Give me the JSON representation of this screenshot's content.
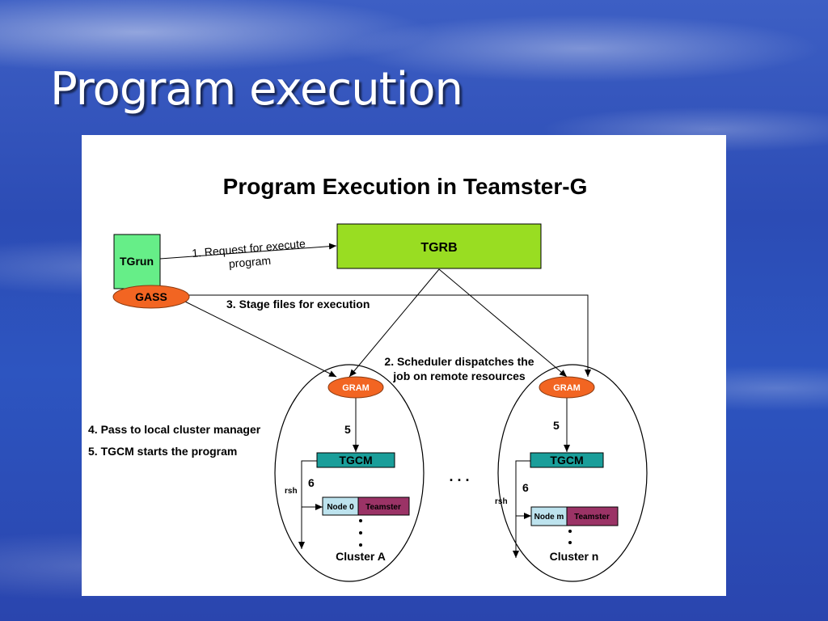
{
  "slide": {
    "title": "Program execution"
  },
  "diagram": {
    "heading": "Program Execution in Teamster-G",
    "nodes": {
      "tgrun": "TGrun",
      "gass": "GASS",
      "tgrb": "TGRB",
      "gram_a": "GRAM",
      "gram_n": "GRAM",
      "tgcm_a": "TGCM",
      "tgcm_n": "TGCM",
      "node0": "Node 0",
      "nodem": "Node m",
      "teamster_a": "Teamster",
      "teamster_n": "Teamster",
      "cluster_a": "Cluster A",
      "cluster_n": "Cluster n"
    },
    "labels": {
      "step1_line1": "1. Request for execute",
      "step1_line2": "program",
      "step3": "3.  Stage files for execution",
      "step2_line1": "2. Scheduler dispatches the",
      "step2_line2": "job on remote resources",
      "step4": "4. Pass to local cluster manager",
      "step5": "5. TGCM starts the program",
      "five_a": "5",
      "five_n": "5",
      "six_a": "6",
      "six_n": "6",
      "rsh_a": "rsh",
      "rsh_n": "rsh",
      "between_dots": ". . ."
    },
    "colors": {
      "tgrun": "#66ee88",
      "gass": "#f26522",
      "tgrb": "#99dd22",
      "gram": "#f26522",
      "tgcm": "#1a9e9a",
      "node": "#bde3ee",
      "teamster": "#9b3366"
    }
  }
}
